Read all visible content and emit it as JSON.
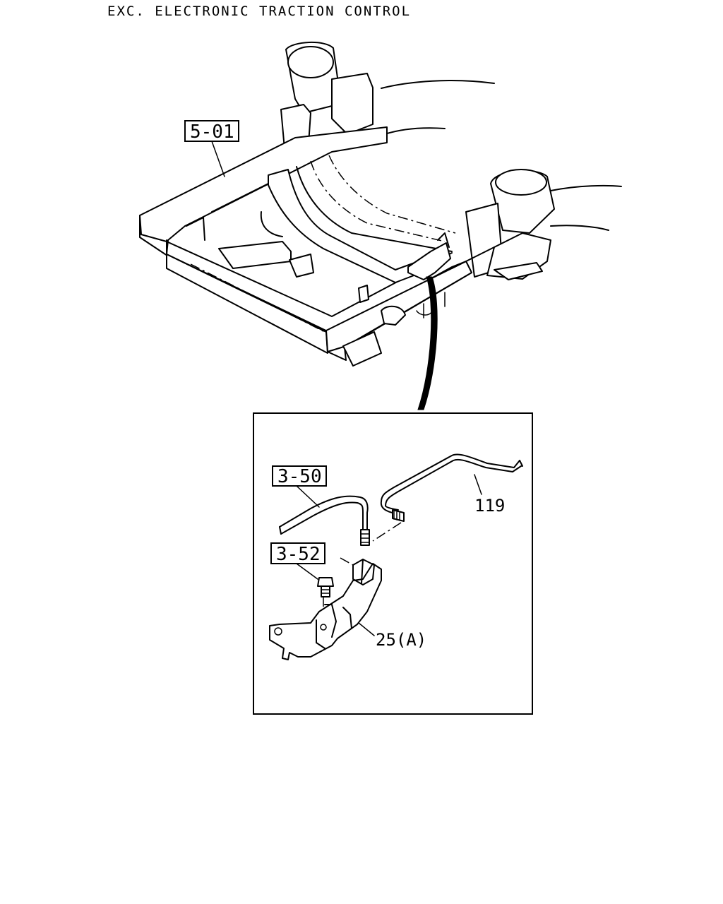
{
  "title": "EXC. ELECTRONIC TRACTION CONTROL",
  "callouts": {
    "frame": "5-01",
    "pipe_front": "3-50",
    "bolt": "3-52"
  },
  "labels": {
    "pipe_rear": "119",
    "bracket": "25(A)"
  }
}
